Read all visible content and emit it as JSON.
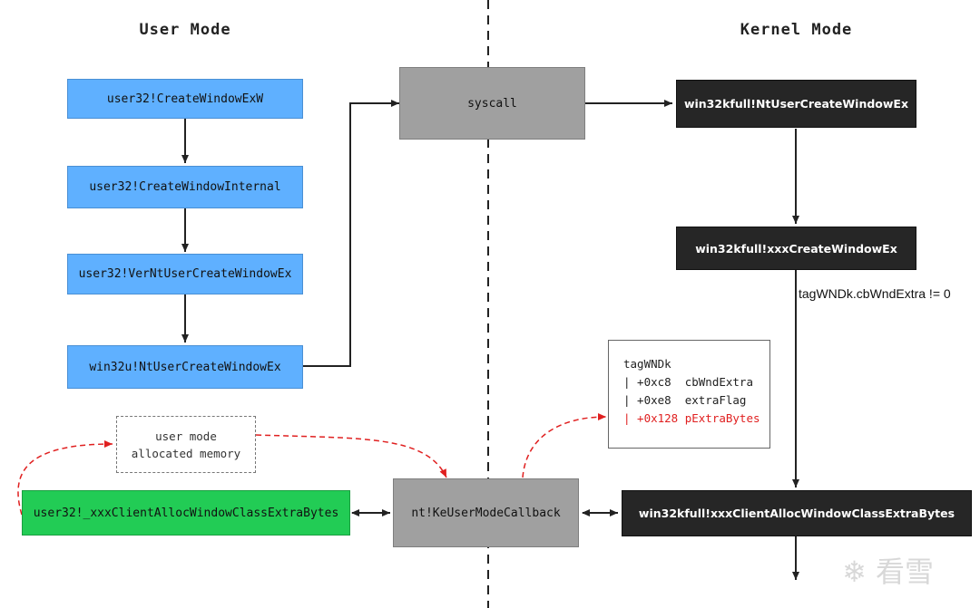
{
  "titles": {
    "user_mode": "User Mode",
    "kernel_mode": "Kernel Mode"
  },
  "user_nodes": {
    "create_window_exw": "user32!CreateWindowExW",
    "create_window_internal": "user32!CreateWindowInternal",
    "ver_nt_user_create": "user32!VerNtUserCreateWindowEx",
    "win32u_nt_user_create": "win32u!NtUserCreateWindowEx",
    "client_alloc": "user32!_xxxClientAllocWindowClassExtraBytes",
    "allocated_memory": [
      "user mode",
      "allocated memory"
    ]
  },
  "middle_nodes": {
    "syscall": "syscall",
    "ke_user_mode_callback": "nt!KeUserModeCallback"
  },
  "kernel_nodes": {
    "nt_user_create": "win32kfull!NtUserCreateWindowEx",
    "xxx_create": "win32kfull!xxxCreateWindowEx",
    "xxx_client_alloc": "win32kfull!xxxClientAllocWindowClassExtraBytes",
    "condition": "tagWNDk.cbWndExtra != 0"
  },
  "struct_box": {
    "lines": [
      "tagWNDk",
      "| +0xc8  cbWndExtra",
      "| +0xe8  extraFlag",
      "| +0x128 pExtraBytes"
    ],
    "highlight_index": 3
  },
  "watermark": {
    "icon": "snowflake-icon",
    "text": "看雪"
  },
  "colors": {
    "user_box": "#5fb0ff",
    "middle_box": "#a0a0a0",
    "kernel_box": "#262626",
    "callback_box": "#22cc55",
    "highlight_arrow": "#e02020"
  }
}
